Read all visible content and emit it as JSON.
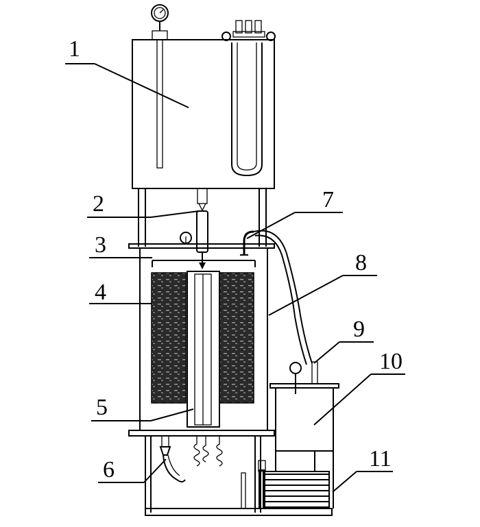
{
  "labels": [
    "1",
    "2",
    "3",
    "4",
    "5",
    "6",
    "7",
    "8",
    "9",
    "10",
    "11"
  ]
}
